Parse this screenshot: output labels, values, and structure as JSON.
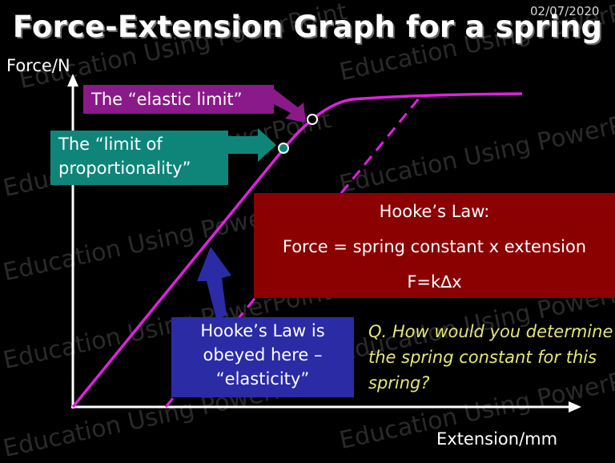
{
  "date": "02/07/2020",
  "title": "Force-Extension Graph for a spring",
  "axes": {
    "y_label": "Force/N",
    "x_label": "Extension/mm"
  },
  "labels": {
    "elastic_limit": "The “elastic limit”",
    "limit_of_proportionality": [
      "The “limit of",
      "proportionality”"
    ],
    "hookes_law": {
      "title": "Hooke’s Law:",
      "formula": "Force = spring constant x extension",
      "symbolic": "F=k∆x"
    },
    "obeyed": [
      "Hooke’s Law is",
      "obeyed here –",
      "“elasticity”"
    ],
    "question": "Q. How would you determine the spring constant for this spring?"
  },
  "watermark": "Education Using PowerPoint",
  "colors": {
    "curve": "#e020e0",
    "elastic_box": "#8a1a8a",
    "lop_box": "#0f857a",
    "hooke_box": "#8b0000",
    "obeyed_box": "#2b2ba6",
    "question_text": "#e6e67a"
  }
}
